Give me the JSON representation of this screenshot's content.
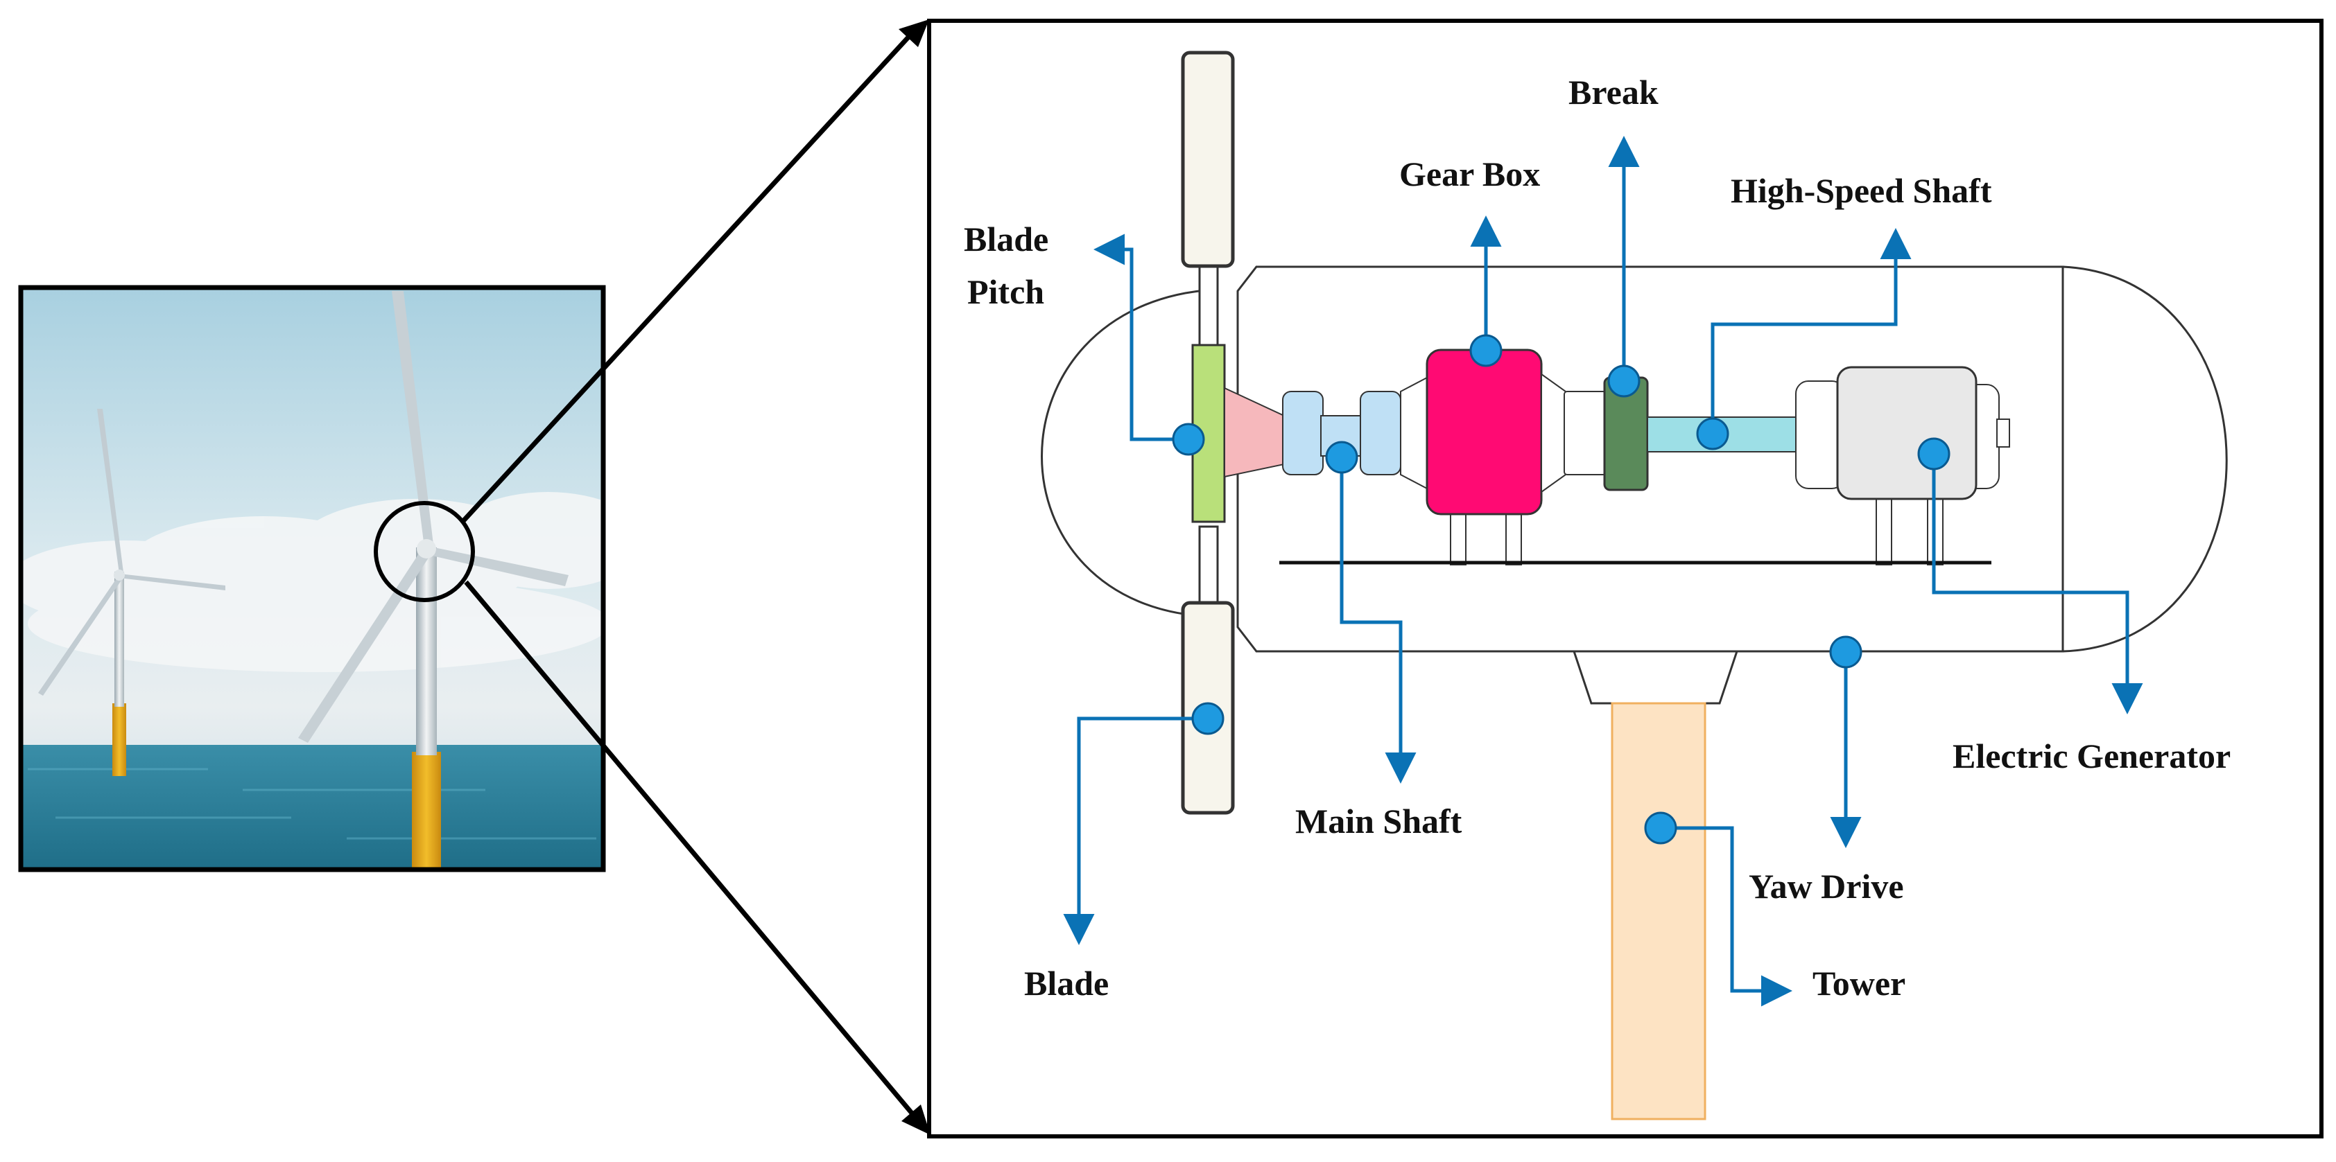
{
  "labels": {
    "blade_pitch_line1": "Blade",
    "blade_pitch_line2": "Pitch",
    "break": "Break",
    "gear_box": "Gear Box",
    "high_speed_shaft": "High-Speed Shaft",
    "electric_generator": "Electric Generator",
    "main_shaft": "Main Shaft",
    "yaw_drive": "Yaw Drive",
    "tower": "Tower",
    "blade": "Blade"
  },
  "colors": {
    "leader": "#0a72b5",
    "marker": "#1e9ae0",
    "gear_box": "#ff0a73",
    "brake": "#5a8a5a",
    "pitch": "#b9e07a",
    "hub_cone": "#f6b8bc",
    "main_shaft": "#bfe0f5",
    "high_speed_shaft": "#9ddfe6",
    "generator": "#e8e8e8",
    "tower": "#fde3c3",
    "tower_border": "#f0b060",
    "blade_fill": "#f7f5ec",
    "sea": "#2e7f9a",
    "sky": "#bcdce8",
    "foundation": "#e8b020"
  },
  "icons": {
    "photo": "offshore-wind-turbines-photo",
    "magnifier": "zoom-circle-icon"
  }
}
